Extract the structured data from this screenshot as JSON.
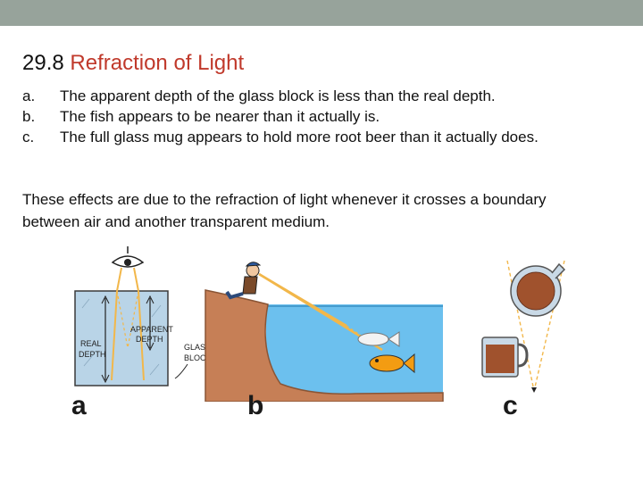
{
  "header": {
    "number": "29.8",
    "title": "Refraction of Light"
  },
  "list": [
    {
      "marker": "a.",
      "text": "The apparent depth of the glass block is less than the real depth."
    },
    {
      "marker": "b.",
      "text": "The fish appears to be nearer than it actually is."
    },
    {
      "marker": "c.",
      "text": "The full glass mug appears to hold more root beer than it actually does."
    }
  ],
  "paragraph": "These effects are due to the refraction of light whenever it crosses a boundary between air and another transparent medium.",
  "figures": {
    "a": {
      "letter": "a",
      "real_depth": [
        "REAL",
        "DEPTH"
      ],
      "apparent_depth": [
        "APPARENT",
        "DEPTH"
      ],
      "block_label": [
        "GLASS",
        "BLOCK"
      ],
      "icons": [
        "eye-icon"
      ]
    },
    "b": {
      "letter": "b",
      "icons": [
        "fisherman-icon",
        "fish-icon"
      ]
    },
    "c": {
      "letter": "c",
      "icons": [
        "mug-icon",
        "eye-icon"
      ]
    }
  },
  "colors": {
    "accent": "#c0392b",
    "top_bar": "#97a39b",
    "ray": "#f2b74a",
    "water": "#6cc0ee",
    "glass": "#b9d4e7",
    "rootbeer": "#a0522d"
  }
}
